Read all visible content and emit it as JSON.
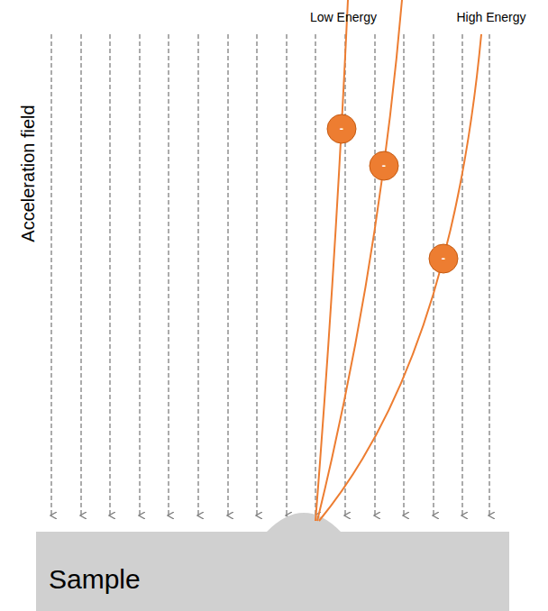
{
  "diagram": {
    "nodes": [
      {
        "text": [
          "-"
        ]
      },
      {
        "text": [
          "-"
        ]
      },
      {
        "text": [
          "-"
        ]
      },
      {
        "text": [
          "Sample"
        ]
      }
    ],
    "labels": [
      "Low Energy",
      "High Energy",
      "Acceleration field"
    ]
  }
}
